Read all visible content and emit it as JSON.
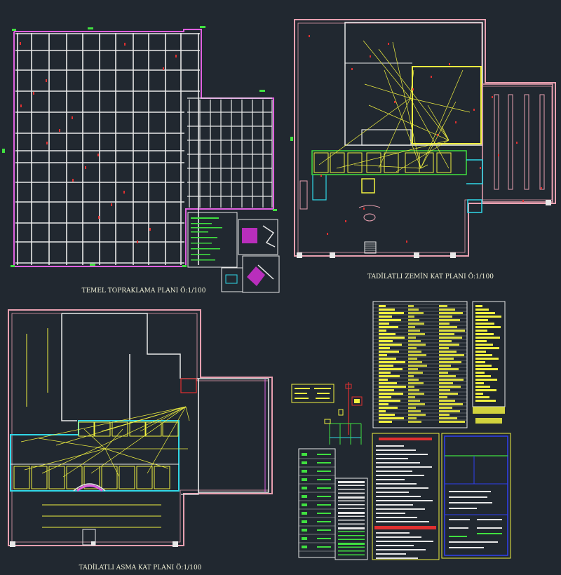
{
  "drawings": {
    "foundation_title": "TEMEL TOPRAKLAMA PLANI Ö:1/100",
    "ground_floor_title": "TADİLATLI ZEMİN KAT PLANI Ö:1/100",
    "mezzanine_title": "TADİLATLI ASMA KAT PLANI Ö:1/100"
  },
  "colors": {
    "background": "#212830",
    "wall_pink": "#e8a0b0",
    "wall_white": "#e8e8e8",
    "grid_magenta": "#e060e0",
    "cyan": "#30d8e8",
    "yellow": "#f0f040",
    "green": "#40e040",
    "red": "#e03030",
    "blue": "#3040f0"
  }
}
